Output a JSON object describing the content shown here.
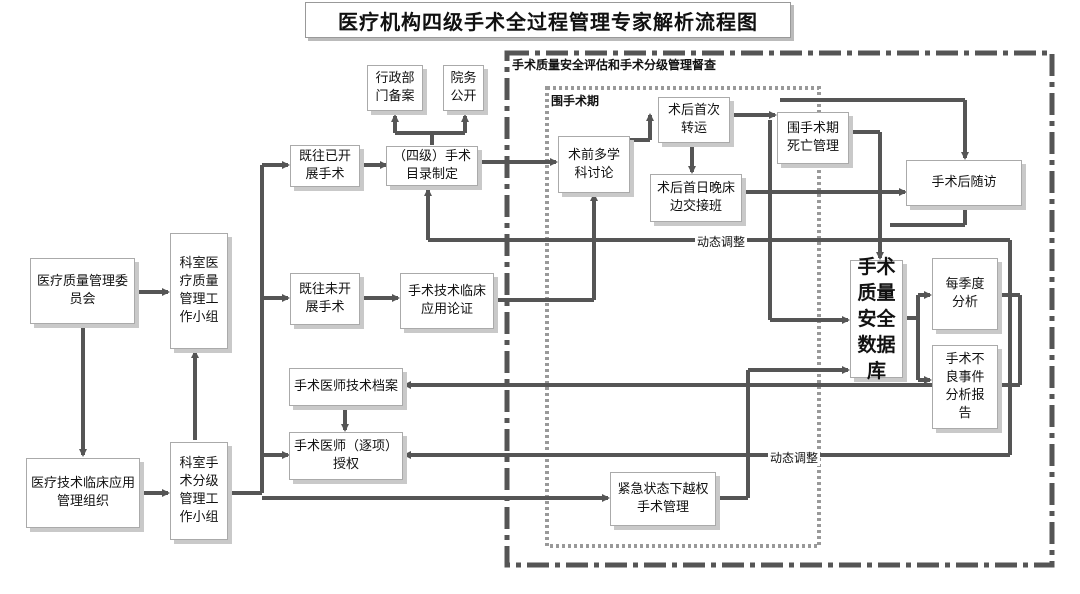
{
  "title": "医疗机构四级手术全过程管理专家解析流程图",
  "regions": {
    "outer_label": "手术质量安全评估和手术分级管理督查",
    "inner_label": "围手术期"
  },
  "dynamic_adjust_1": "动态调整",
  "dynamic_adjust_2": "动态调整",
  "boxes": {
    "quality_committee": "医疗质量管理委\n员会",
    "tech_org": "医疗技术临床应用\n管理组织",
    "dept_quality_group": "科室医\n疗质量\n管理工\n作小组",
    "dept_grading_group": "科室手\n术分级\n管理工\n作小组",
    "performed_before": "既往已开\n展手术",
    "not_performed_before": "既往未开\n展手术",
    "surgeon_archive": "手术医师技术档案",
    "surgeon_authorize": "手术医师（逐项）\n授权",
    "catalog": "（四级）手术\n目录制定",
    "admin_record": "行政部\n门备案",
    "hospital_public": "院务\n公开",
    "clinical_demo": "手术技术临床\n应用论证",
    "emergency": "紧急状态下越权\n手术管理",
    "mdt": "术前多学\n科讨论",
    "first_transfer": "术后首次\n转运",
    "first_night": "术后首日晚床\n边交接班",
    "death_mgmt": "围手术期\n死亡管理",
    "followup": "手术后随访",
    "database": "手术\n质量\n安全\n数据\n库",
    "quarterly": "每季度\n分析",
    "adverse": "手术不\n良事件\n分析报\n告"
  }
}
